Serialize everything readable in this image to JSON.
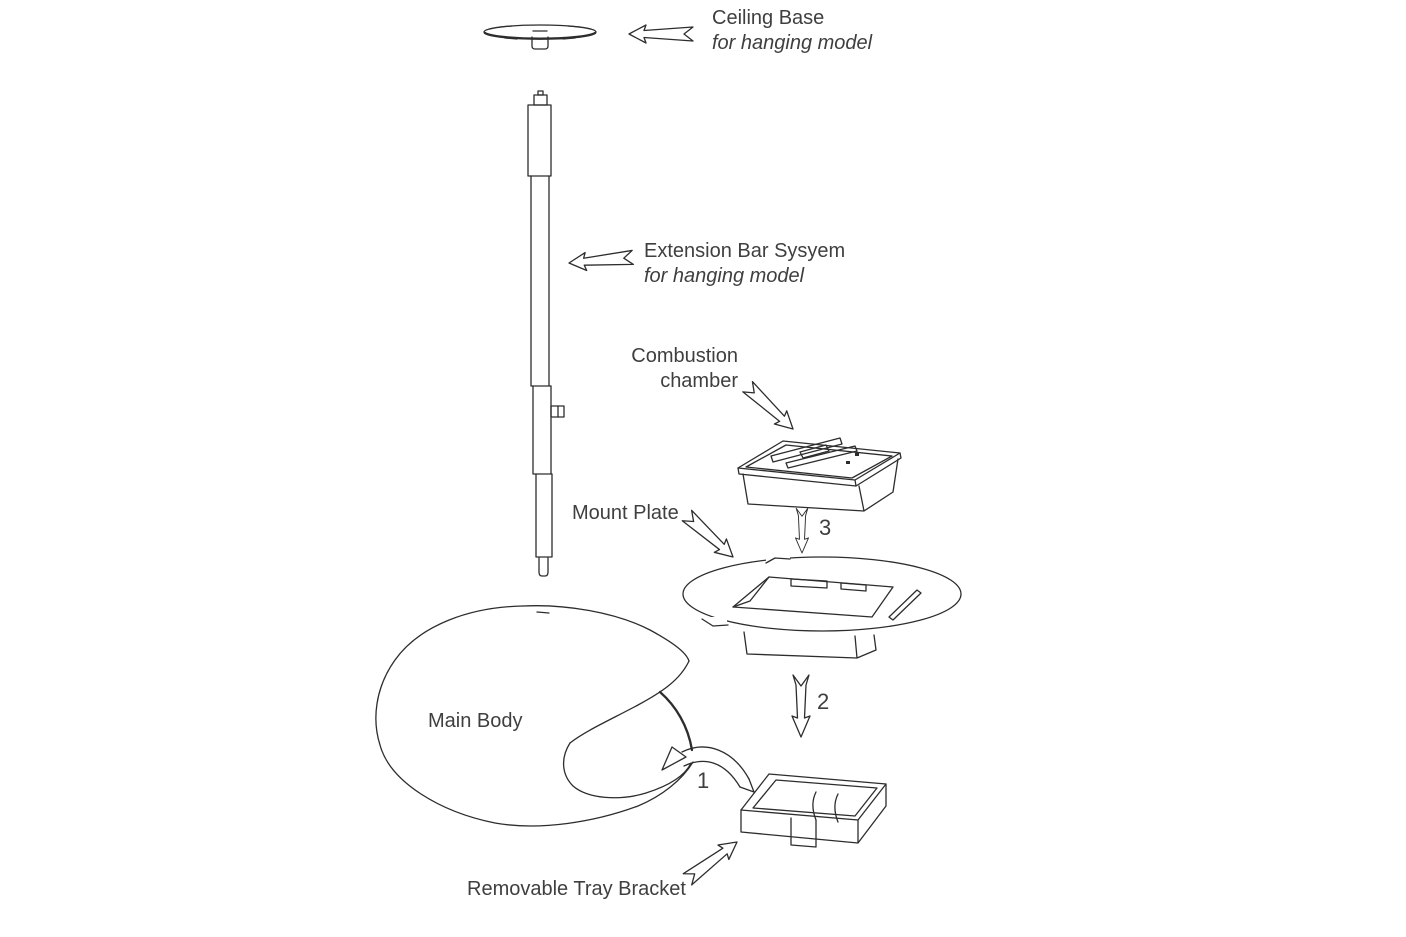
{
  "diagram": {
    "background_color": "#ffffff",
    "line_color": "#2d2d2d",
    "text_color": "#3f3f3f",
    "labels": {
      "ceiling_base": {
        "title": "Ceiling Base",
        "subtitle": "for hanging model"
      },
      "extension_bar": {
        "title": "Extension Bar Sysyem",
        "subtitle": "for hanging model"
      },
      "combustion_chamber": {
        "line1": "Combustion",
        "line2": "chamber"
      },
      "mount_plate": "Mount Plate",
      "main_body": "Main Body",
      "removable_tray_bracket": "Removable Tray Bracket"
    },
    "step_numbers": {
      "step_1": "1",
      "step_2": "2",
      "step_3": "3"
    }
  }
}
